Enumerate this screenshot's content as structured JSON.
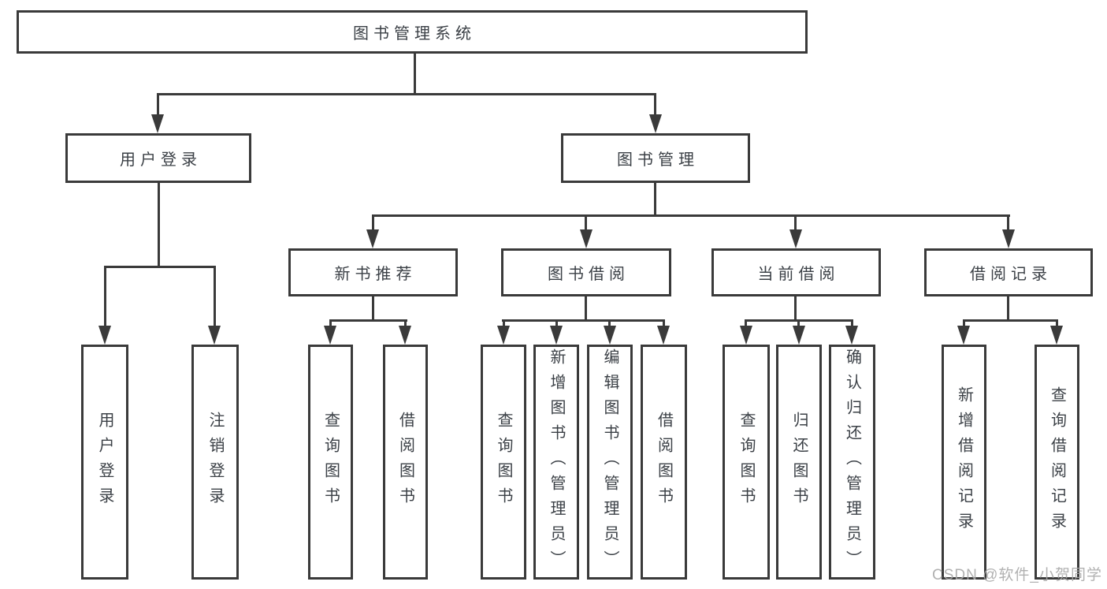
{
  "nodes": {
    "root": "图书管理系统",
    "user_login": "用户登录",
    "book_mgmt": "图书管理",
    "new_book_rec": "新书推荐",
    "book_borrow": "图书借阅",
    "current_borrow": "当前借阅",
    "borrow_record": "借阅记录",
    "leaf_user_login": "用户登录",
    "leaf_logout": "注销登录",
    "leaf_query_book_rec": "查询图书",
    "leaf_borrow_book_rec": "借阅图书",
    "leaf_query_book_borrow": "查询图书",
    "leaf_add_book_admin": "新增图书（管理员）",
    "leaf_edit_book_admin": "编辑图书（管理员）",
    "leaf_borrow_book_borrow": "借阅图书",
    "leaf_query_book_current": "查询图书",
    "leaf_return_book": "归还图书",
    "leaf_confirm_return_admin": "确认归还（管理员）",
    "leaf_add_borrow_record": "新增借阅记录",
    "leaf_query_borrow_record": "查询借阅记录"
  },
  "hierarchy": {
    "图书管理系统": [
      "用户登录",
      "图书管理"
    ],
    "用户登录": [
      "用户登录",
      "注销登录"
    ],
    "图书管理": [
      "新书推荐",
      "图书借阅",
      "当前借阅",
      "借阅记录"
    ],
    "新书推荐": [
      "查询图书",
      "借阅图书"
    ],
    "图书借阅": [
      "查询图书",
      "新增图书（管理员）",
      "编辑图书（管理员）",
      "借阅图书"
    ],
    "当前借阅": [
      "查询图书",
      "归还图书",
      "确认归还（管理员）"
    ],
    "借阅记录": [
      "新增借阅记录",
      "查询借阅记录"
    ]
  },
  "watermark": "CSDN @软件_小贺同学",
  "colors": {
    "line": "#3a3a3a",
    "text": "#3b4046",
    "watermark": "#a8a8a8",
    "background": "#ffffff"
  }
}
